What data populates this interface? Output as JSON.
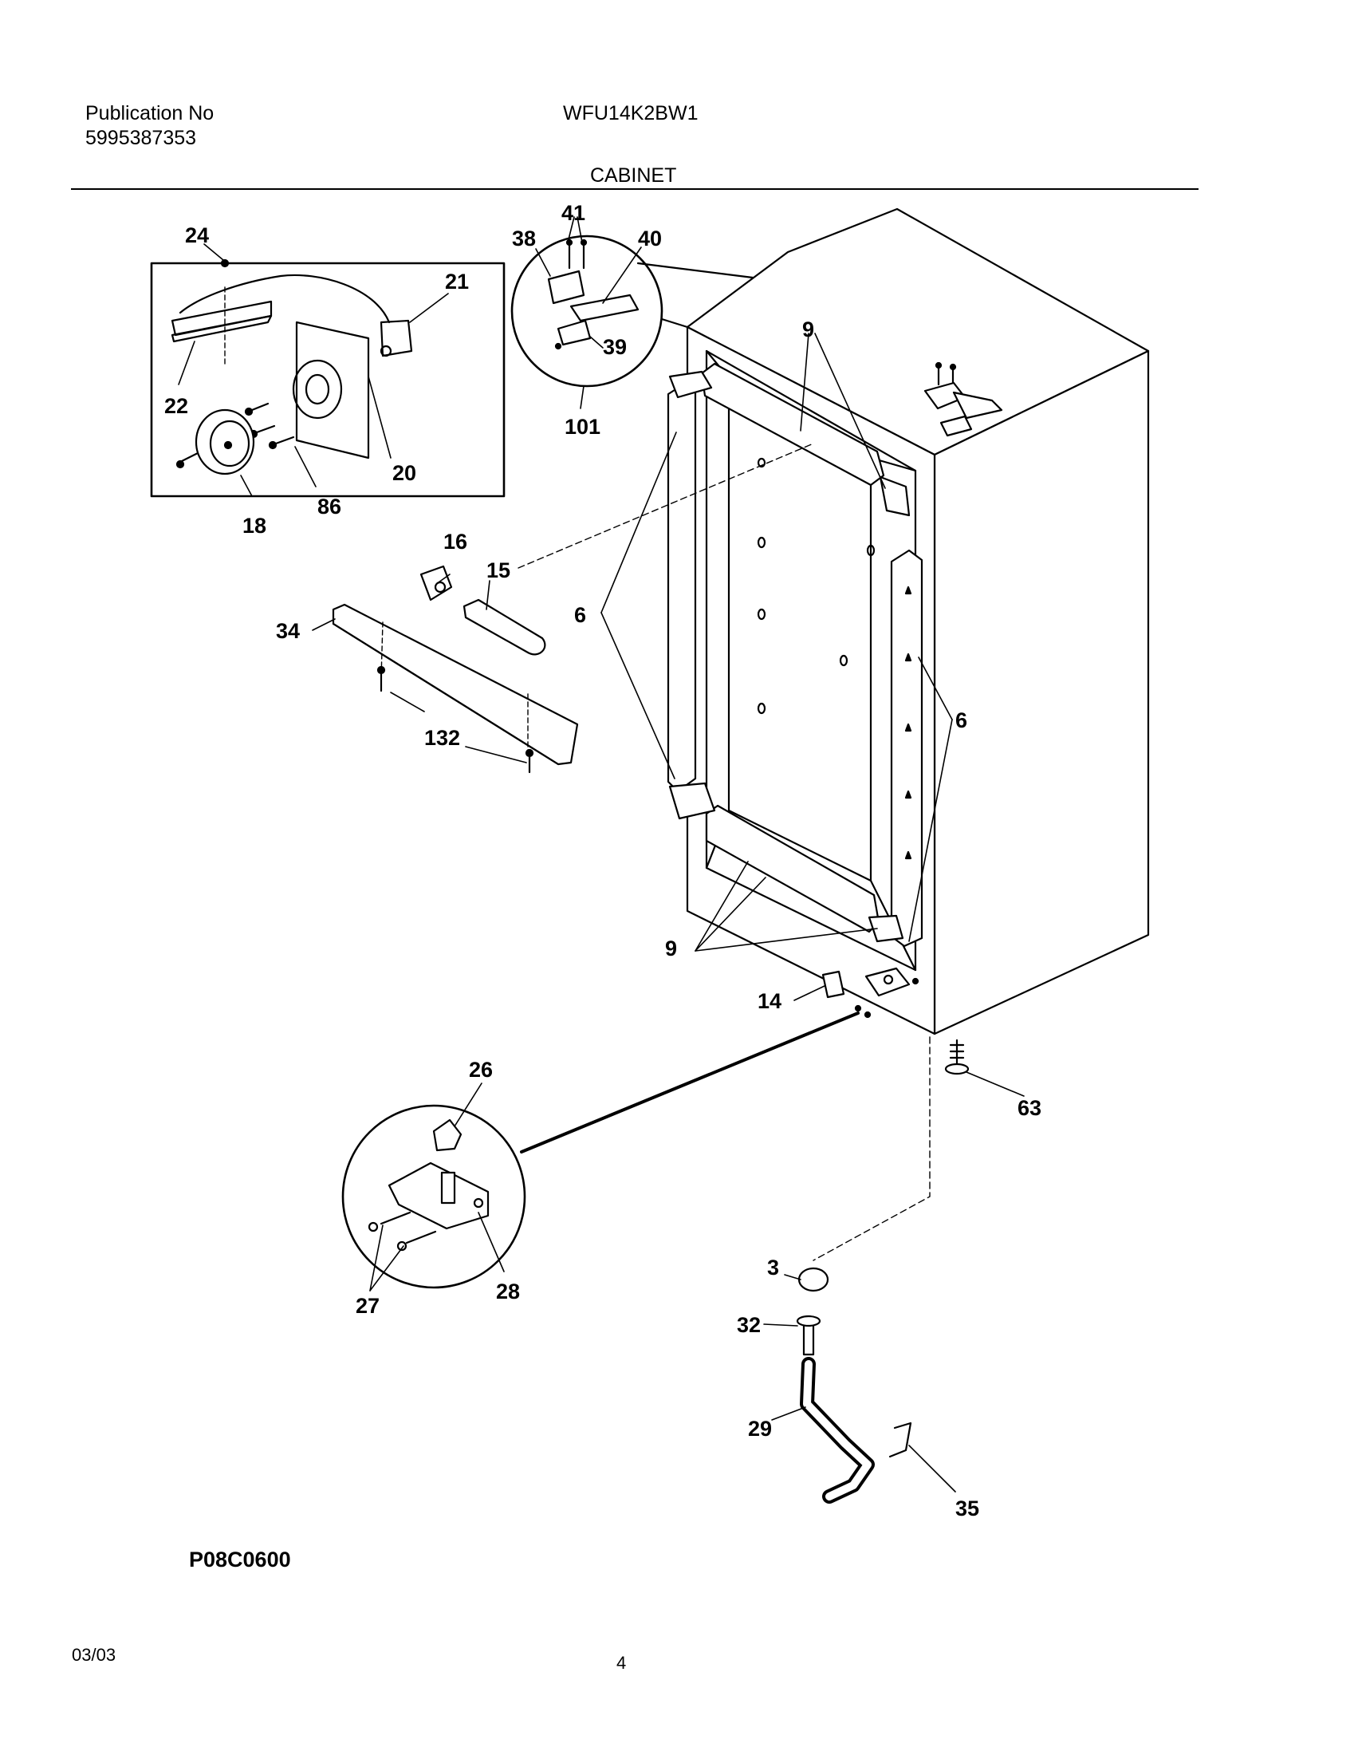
{
  "header": {
    "publication_label": "Publication No",
    "publication_number": "5995387353",
    "model": "WFU14K2BW1",
    "section_title": "CABINET"
  },
  "footer": {
    "figure_code": "P08C0600",
    "date": "03/03",
    "page_number": "4"
  },
  "callouts": {
    "c24": "24",
    "c21": "21",
    "c22": "22",
    "c20": "20",
    "c18": "18",
    "c86": "86",
    "c41": "41",
    "c38": "38",
    "c40": "40",
    "c39": "39",
    "c101": "101",
    "c9_top": "9",
    "c6_left": "6",
    "c6_right": "6",
    "c9_bottom": "9",
    "c16": "16",
    "c15": "15",
    "c34": "34",
    "c132": "132",
    "c14": "14",
    "c63": "63",
    "c26": "26",
    "c27": "27",
    "c28": "28",
    "c3": "3",
    "c32": "32",
    "c29": "29",
    "c35": "35"
  }
}
